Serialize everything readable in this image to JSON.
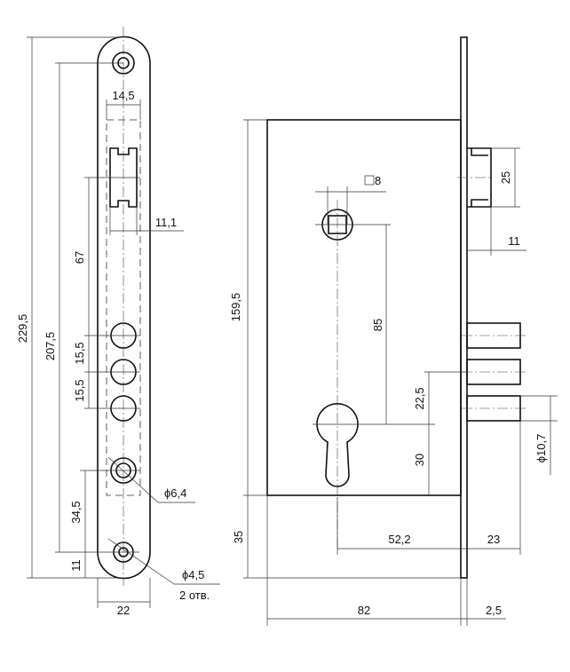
{
  "strike_plate": {
    "dim_overall_length": "229,5",
    "dim_hole_spacing": "207,5",
    "dim_latch_to_holes": "67",
    "dim_hole_pitch_1": "15,5",
    "dim_hole_pitch_2": "15,5",
    "dim_lower_holes": "34,5",
    "dim_end_offset": "11",
    "dim_recess_width": "14,5",
    "dim_latch_width": "11,1",
    "dim_plate_width": "22",
    "dim_hole_dia_large": "ϕ6,4",
    "dim_hole_dia_small": "ϕ4,5",
    "hole_count_note": "2 отв."
  },
  "lock_body": {
    "dim_body_height": "159,5",
    "dim_bottom_offset": "35",
    "dim_spindle_to_cylinder": "85",
    "dim_bolt_offset": "22,5",
    "dim_cylinder_to_bottom": "30",
    "dim_backset": "52,2",
    "dim_bolt_throw": "23",
    "dim_body_depth": "82",
    "dim_faceplate_thickness": "2,5",
    "dim_latch_height": "25",
    "dim_latch_throw": "11",
    "dim_bolt_dia": "ϕ10,7",
    "dim_spindle_square": "8"
  }
}
